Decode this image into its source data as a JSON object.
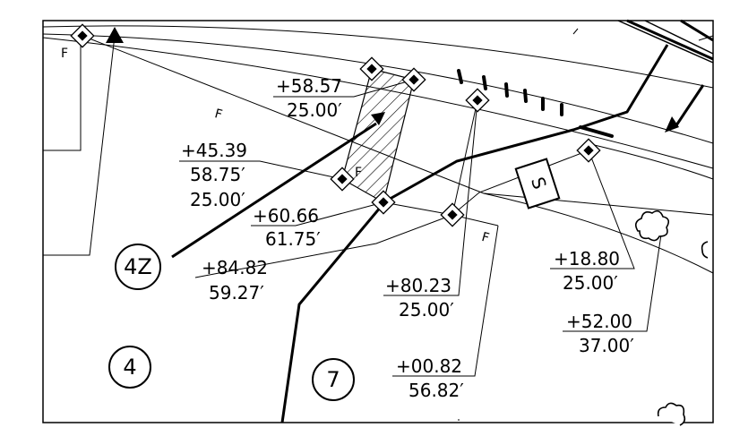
{
  "stations": [
    {
      "id": "sta-1",
      "lines": [
        "+58.57",
        "25.00′"
      ]
    },
    {
      "id": "sta-2",
      "lines": [
        "+45.39",
        "58.75′",
        "25.00′"
      ]
    },
    {
      "id": "sta-3",
      "lines": [
        "+60.66",
        "61.75′"
      ]
    },
    {
      "id": "sta-4",
      "lines": [
        "+84.82",
        "59.27′"
      ]
    },
    {
      "id": "sta-5",
      "lines": [
        "+80.23",
        "25.00′"
      ]
    },
    {
      "id": "sta-6",
      "lines": [
        "+00.82",
        "56.82′"
      ]
    },
    {
      "id": "sta-7",
      "lines": [
        "+18.80",
        "25.00′"
      ]
    },
    {
      "id": "sta-8",
      "lines": [
        "+52.00",
        "37.00′"
      ]
    }
  ],
  "circles": [
    {
      "id": "circle-4z",
      "label": "4Z"
    },
    {
      "id": "circle-4",
      "label": "4"
    },
    {
      "id": "circle-7",
      "label": "7"
    }
  ],
  "fence_marks": [
    "F",
    "F",
    "F",
    "F"
  ],
  "sign_label": "S",
  "colors": {
    "ink": "#000000",
    "paper": "#ffffff"
  }
}
